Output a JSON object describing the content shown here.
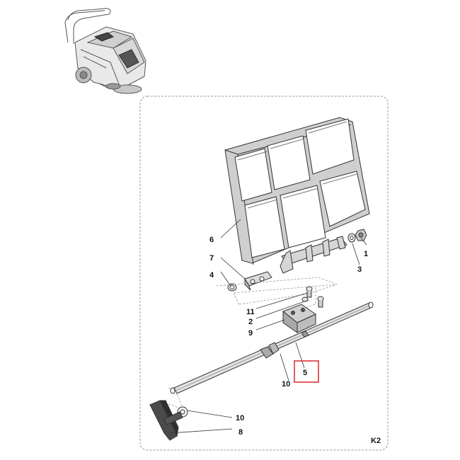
{
  "plate": {
    "label": "K2"
  },
  "callouts": {
    "c1": "1",
    "c3": "3",
    "c6": "6",
    "c7": "7",
    "c4": "4",
    "c11": "11",
    "c2": "2",
    "c9": "9",
    "c5": "5",
    "c10a": "10",
    "c10b": "10",
    "c8": "8"
  },
  "highlight_color": "#d9262b"
}
